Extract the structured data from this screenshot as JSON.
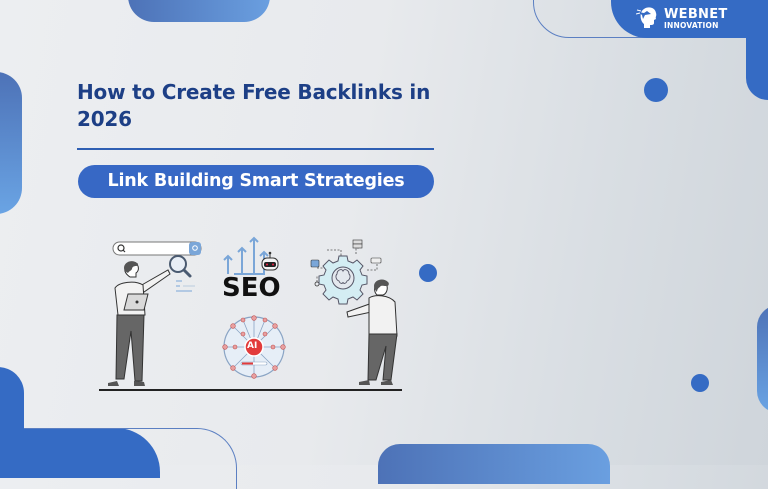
{
  "brand": {
    "name_line1": "WEBNET",
    "name_line2": "INNOVATION",
    "logo_icon": "head-with-bird-icon"
  },
  "headline": {
    "title": "How to Create Free Backlinks in 2026",
    "subtitle": "Link Building Smart Strategies"
  },
  "illustration": {
    "seo_label": "SEO",
    "ai_label": "AI",
    "left_figure": "man-with-laptop-and-magnifier",
    "right_figure": "man-pointing-at-brain-gear"
  },
  "colors": {
    "accent": "#356bc4",
    "title": "#1d3f86",
    "background": "#e8eaed"
  }
}
